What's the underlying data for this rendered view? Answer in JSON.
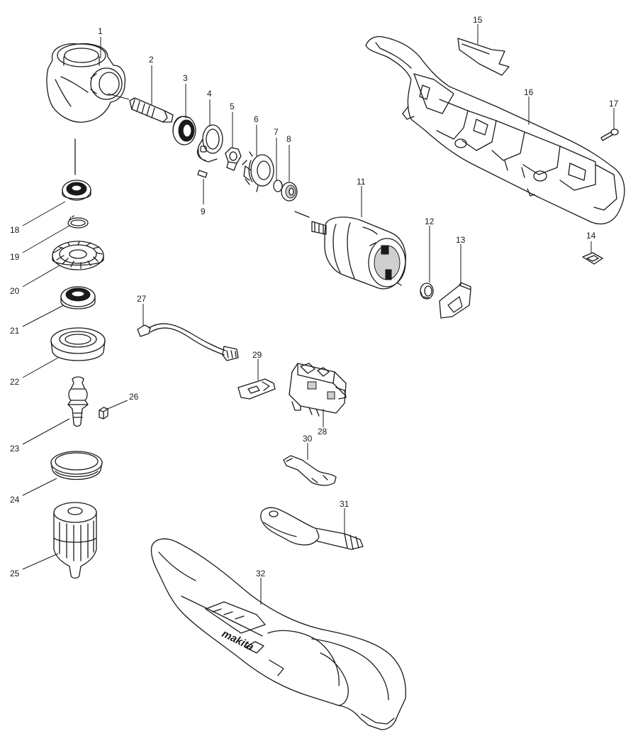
{
  "parts": [
    {
      "id": "p1",
      "number": "1",
      "shape": "gear-housing"
    },
    {
      "id": "p2",
      "number": "2",
      "shape": "spindle-shaft"
    },
    {
      "id": "p3",
      "number": "3",
      "shape": "ball-bearing"
    },
    {
      "id": "p4",
      "number": "4",
      "shape": "bearing-sleeve"
    },
    {
      "id": "p5",
      "number": "5",
      "shape": "hex-nut"
    },
    {
      "id": "p6",
      "number": "6",
      "shape": "bevel-gear"
    },
    {
      "id": "p7",
      "number": "7",
      "shape": "retaining-ring"
    },
    {
      "id": "p8",
      "number": "8",
      "shape": "small-bearing"
    },
    {
      "id": "p9",
      "number": "9",
      "shape": "pin"
    },
    {
      "id": "p11",
      "number": "11",
      "shape": "dc-motor"
    },
    {
      "id": "p12",
      "number": "12",
      "shape": "rubber-pin"
    },
    {
      "id": "p13",
      "number": "13",
      "shape": "bracket"
    },
    {
      "id": "p14",
      "number": "14",
      "shape": "clip"
    },
    {
      "id": "p15",
      "number": "15",
      "shape": "name-plate"
    },
    {
      "id": "p16",
      "number": "16",
      "shape": "housing-half"
    },
    {
      "id": "p17",
      "number": "17",
      "shape": "screw"
    },
    {
      "id": "p18",
      "number": "18",
      "shape": "ball-bearing"
    },
    {
      "id": "p19",
      "number": "19",
      "shape": "retaining-ring"
    },
    {
      "id": "p20",
      "number": "20",
      "shape": "spiral-bevel-gear"
    },
    {
      "id": "p21",
      "number": "21",
      "shape": "ball-bearing"
    },
    {
      "id": "p22",
      "number": "22",
      "shape": "bearing-retainer"
    },
    {
      "id": "p23",
      "number": "23",
      "shape": "spindle"
    },
    {
      "id": "p24",
      "number": "24",
      "shape": "ring"
    },
    {
      "id": "p25",
      "number": "25",
      "shape": "keyless-chuck"
    },
    {
      "id": "p26",
      "number": "26",
      "shape": "square-block"
    },
    {
      "id": "p27",
      "number": "27",
      "shape": "lead-wire"
    },
    {
      "id": "p28",
      "number": "28",
      "shape": "switch"
    },
    {
      "id": "p29",
      "number": "29",
      "shape": "reversing-lever"
    },
    {
      "id": "p30",
      "number": "30",
      "shape": "leaf-spring"
    },
    {
      "id": "p31",
      "number": "31",
      "shape": "switch-trigger"
    },
    {
      "id": "p32",
      "number": "32",
      "shape": "housing-set"
    }
  ],
  "brand_text": "makita",
  "colors": {
    "line": "#1a1a1a",
    "background": "#ffffff",
    "shade": "#cfcfcf"
  }
}
